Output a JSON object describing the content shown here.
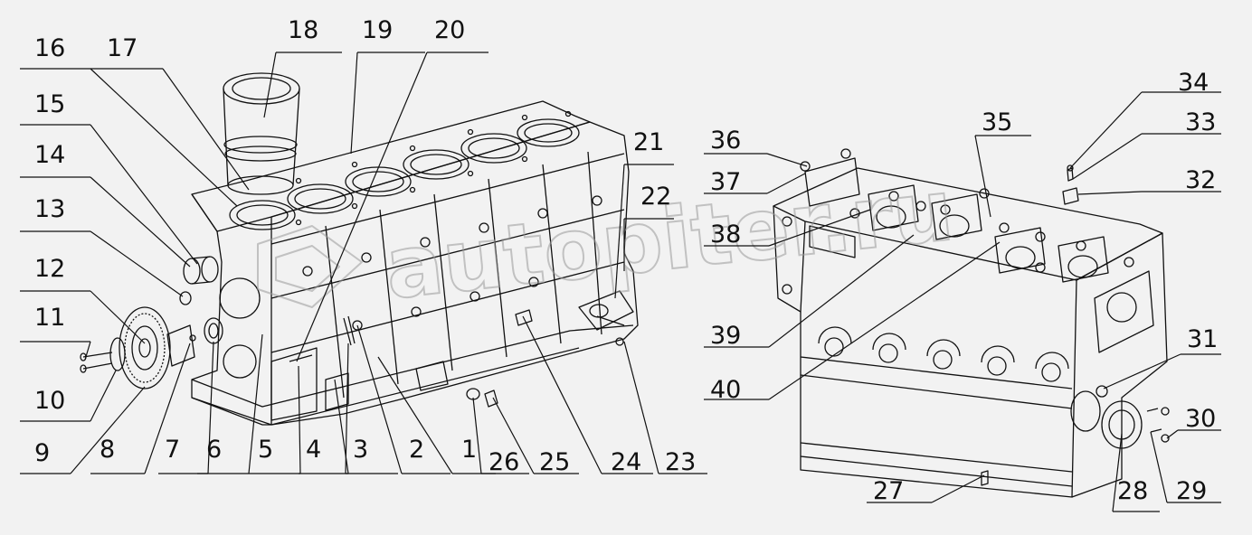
{
  "watermark": {
    "text": "autopiter.ru"
  },
  "callouts": [
    {
      "id": "1",
      "label": "1"
    },
    {
      "id": "2",
      "label": "2"
    },
    {
      "id": "3",
      "label": "3"
    },
    {
      "id": "4",
      "label": "4"
    },
    {
      "id": "5",
      "label": "5"
    },
    {
      "id": "6",
      "label": "6"
    },
    {
      "id": "7",
      "label": "7"
    },
    {
      "id": "8",
      "label": "8"
    },
    {
      "id": "9",
      "label": "9"
    },
    {
      "id": "10",
      "label": "10"
    },
    {
      "id": "11",
      "label": "11"
    },
    {
      "id": "12",
      "label": "12"
    },
    {
      "id": "13",
      "label": "13"
    },
    {
      "id": "14",
      "label": "14"
    },
    {
      "id": "15",
      "label": "15"
    },
    {
      "id": "16",
      "label": "16"
    },
    {
      "id": "17",
      "label": "17"
    },
    {
      "id": "18",
      "label": "18"
    },
    {
      "id": "19",
      "label": "19"
    },
    {
      "id": "20",
      "label": "20"
    },
    {
      "id": "21",
      "label": "21"
    },
    {
      "id": "22",
      "label": "22"
    },
    {
      "id": "23",
      "label": "23"
    },
    {
      "id": "24",
      "label": "24"
    },
    {
      "id": "25",
      "label": "25"
    },
    {
      "id": "26",
      "label": "26"
    },
    {
      "id": "27",
      "label": "27"
    },
    {
      "id": "28",
      "label": "28"
    },
    {
      "id": "29",
      "label": "29"
    },
    {
      "id": "30",
      "label": "30"
    },
    {
      "id": "31",
      "label": "31"
    },
    {
      "id": "32",
      "label": "32"
    },
    {
      "id": "33",
      "label": "33"
    },
    {
      "id": "34",
      "label": "34"
    },
    {
      "id": "35",
      "label": "35"
    },
    {
      "id": "36",
      "label": "36"
    },
    {
      "id": "37",
      "label": "37"
    },
    {
      "id": "38",
      "label": "38"
    },
    {
      "id": "39",
      "label": "39"
    },
    {
      "id": "40",
      "label": "40"
    }
  ],
  "colors": {
    "background": "#f2f2f2",
    "line": "#111111"
  }
}
